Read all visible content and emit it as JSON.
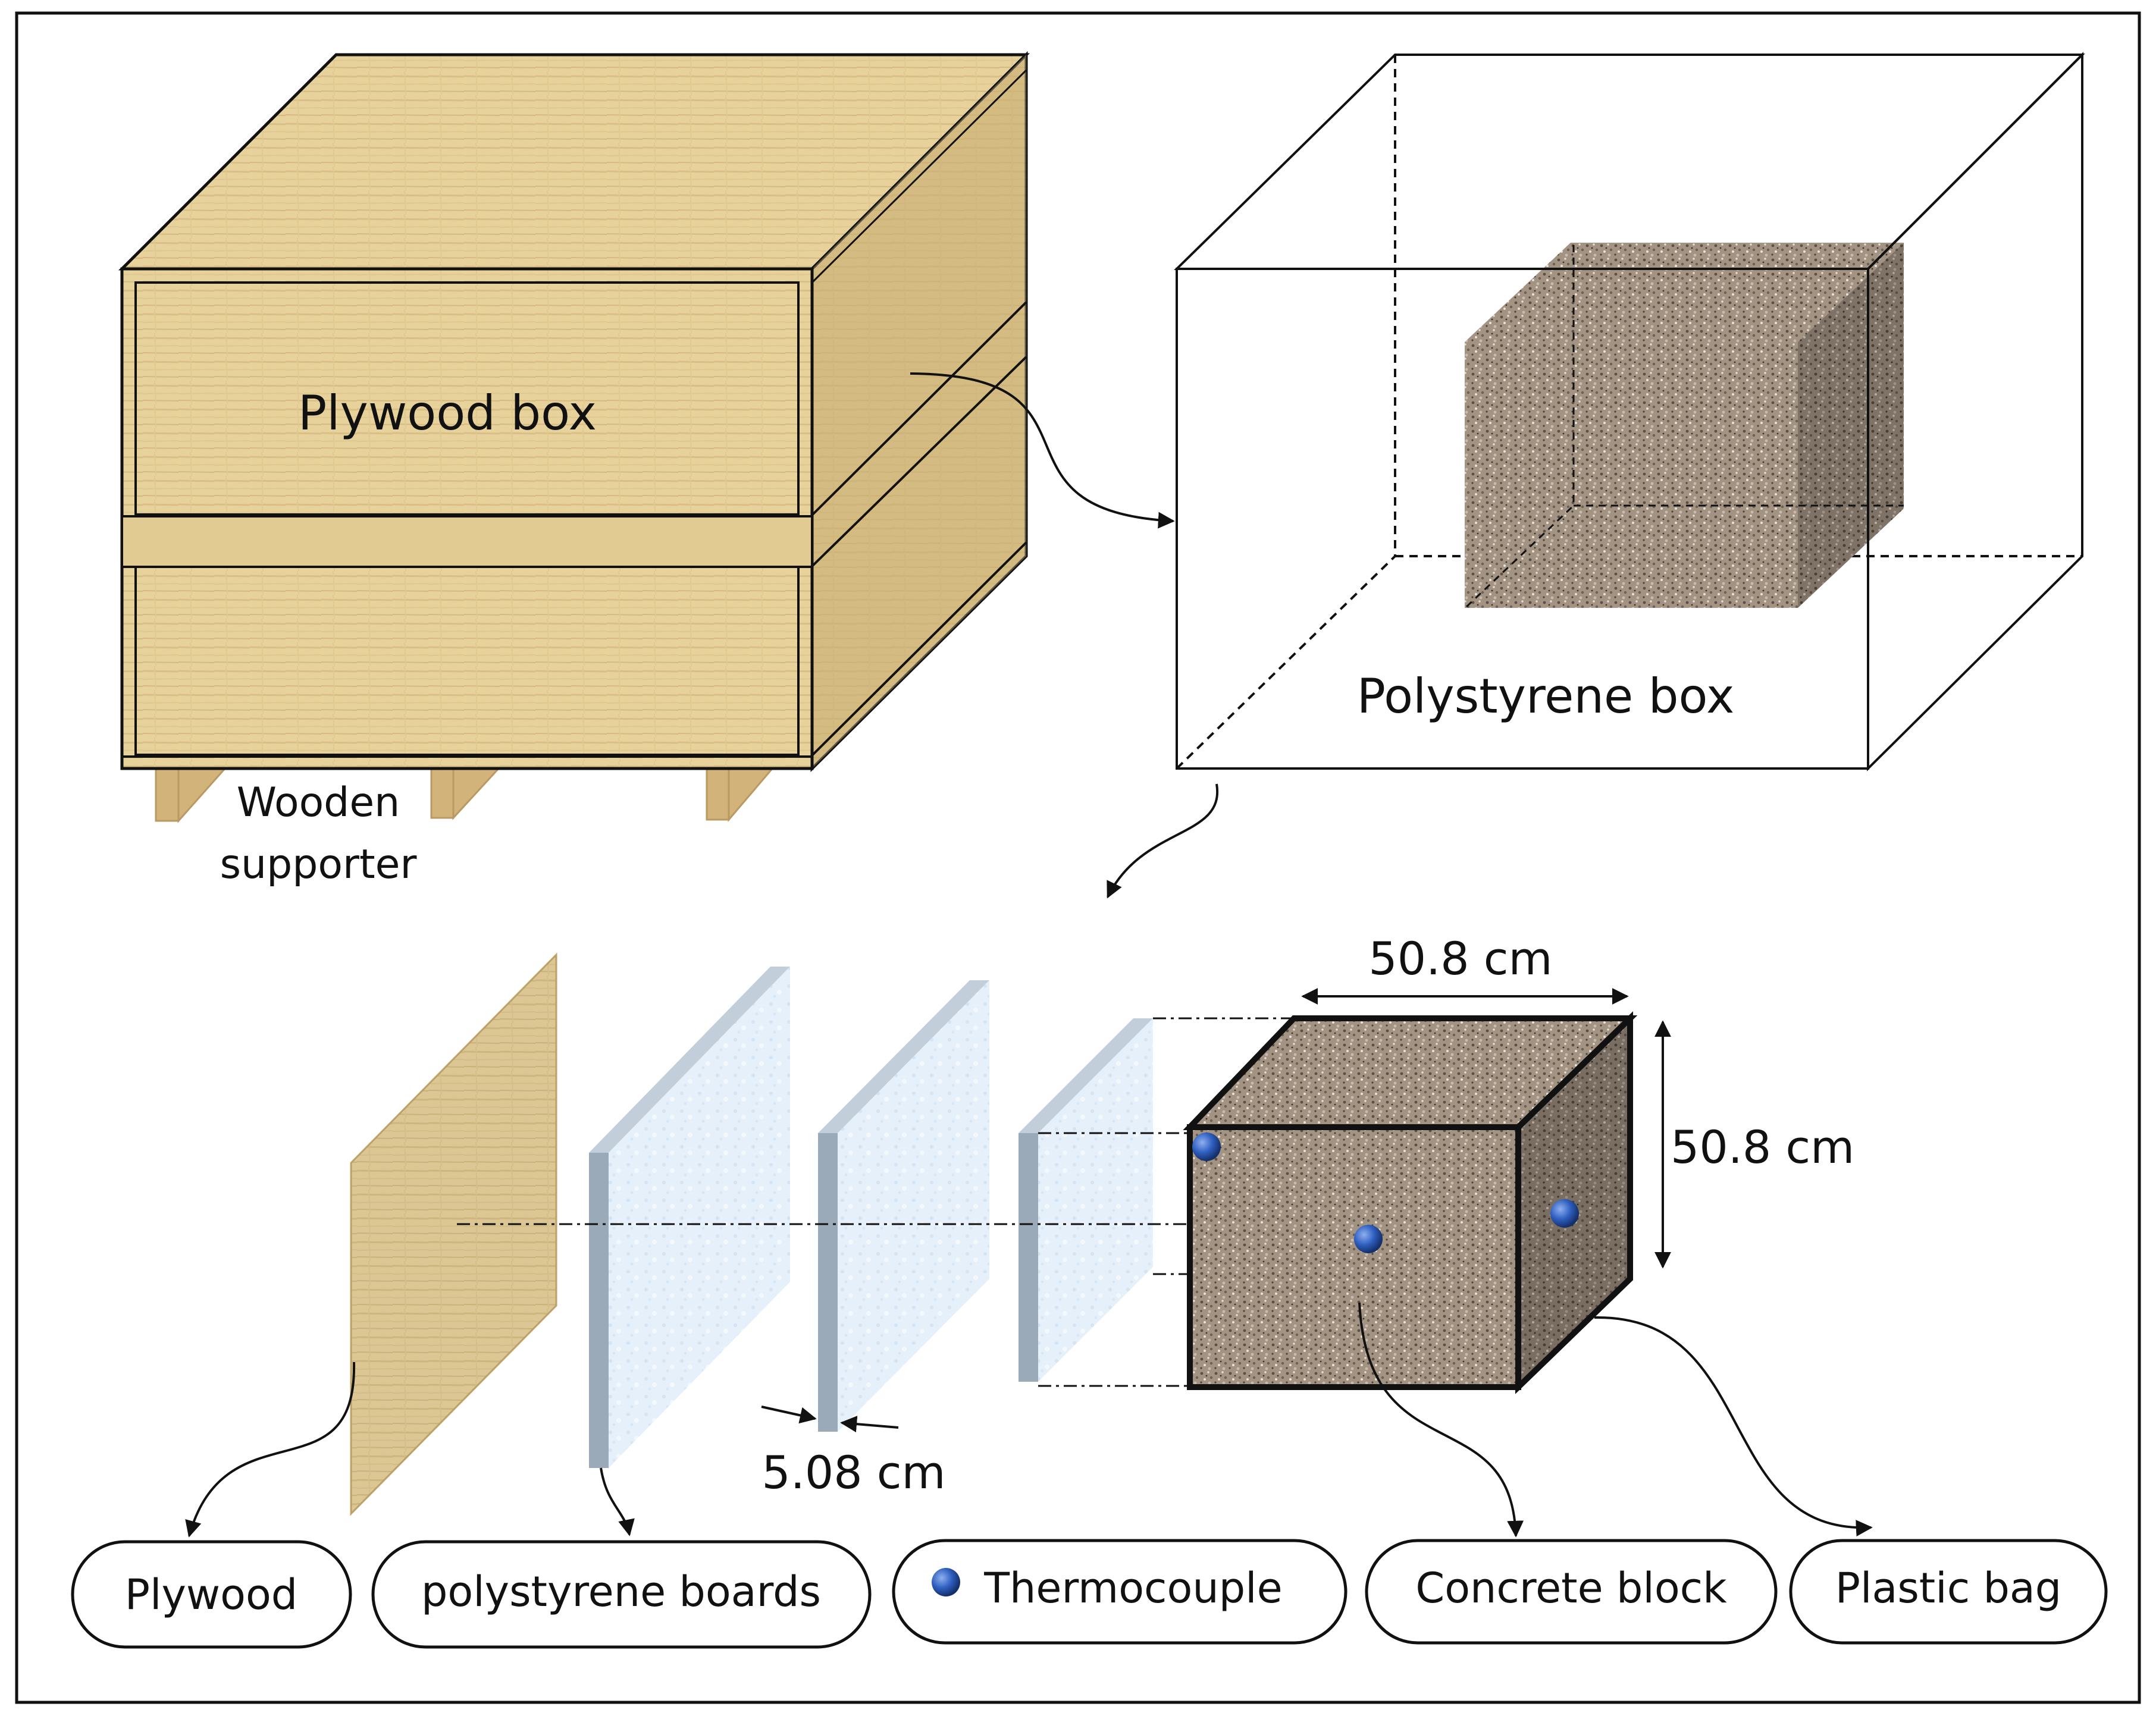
{
  "labels": {
    "plywood_box": "Plywood box",
    "polystyrene_box": "Polystyrene box",
    "wooden_supporter_line1": "Wooden",
    "wooden_supporter_line2": "supporter",
    "dim_width": "50.8 cm",
    "dim_height": "50.8 cm",
    "dim_thickness": "5.08 cm"
  },
  "legend": [
    {
      "id": "plywood",
      "text": "Plywood"
    },
    {
      "id": "polystyrene-boards",
      "text": "polystyrene boards"
    },
    {
      "id": "thermocouple",
      "text": "Thermocouple"
    },
    {
      "id": "concrete-block",
      "text": "Concrete block"
    },
    {
      "id": "plastic-bag",
      "text": "Plastic bag"
    }
  ],
  "colors": {
    "plywood_front": "#E8D29C",
    "plywood_top": "#EDDAA8",
    "plywood_side": "#C9AE72",
    "concrete": "#9A8A7C",
    "polystyrene_face": "#E4EFFA",
    "polystyrene_edge": "#9AAAB8",
    "thermocouple": "#2F5FC0",
    "outline": "#111111"
  }
}
